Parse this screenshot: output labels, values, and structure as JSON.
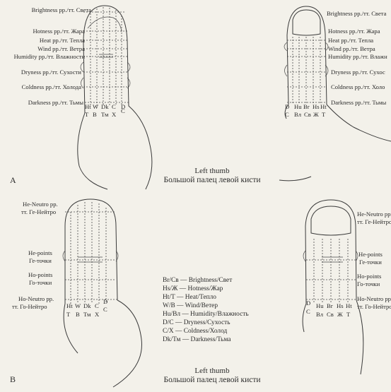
{
  "panel_a": {
    "letter": "A",
    "left_labels": [
      "Brightness рр./тт. Света",
      "Hotness рр./тт. Жара",
      "Heat рр./тт. Тепла",
      "Wind рр./тт. Ветра",
      "Humidity рр./тт. Влажности",
      "Dryness рр./тт. Сухости",
      "Coldness рр./тт. Холода",
      "Darkness рр./тт. Тьмы"
    ],
    "right_labels": [
      "Brightness рр./тт. Света",
      "Hotness рр./тт. Жара",
      "Heat рр./тт. Тепла",
      "Wind рр./тт. Ветра",
      "Humidity рр./тт. Влажн",
      "Dryness рр./тт. Сухос",
      "Coldness рр./тт. Холо",
      "Darkness рр./тт. Тьмы"
    ],
    "left_col_top": [
      "Ht",
      "W",
      "Dk",
      "C",
      "D"
    ],
    "left_col_bottom": [
      "Т",
      "В",
      "Тм",
      "Х",
      "С"
    ],
    "right_col_top": [
      "D",
      "Hu",
      "Br",
      "Hs",
      "Ht"
    ],
    "right_col_bottom": [
      "С",
      "Вл",
      "Св",
      "Ж",
      "Т"
    ],
    "caption_en": "Left thumb",
    "caption_ru": "Большой палец левой кисти"
  },
  "panel_b": {
    "letter": "B",
    "left_labels": [
      "He-Neutro рр.",
      "тт. Ге-Нейтро",
      "He-points",
      "Ге-точки",
      "Ho-points",
      "Го-точки",
      "Ho-Neutro рр.",
      "тт. Го-Нейтро"
    ],
    "right_labels": [
      "He-Neutro рр.",
      "тт. Ге-Нейтро",
      "He-points",
      "Ге-точки",
      "Ho-points",
      "Го-точки",
      "Ho-Neutro рр.",
      "тт. Го-Нейтро"
    ],
    "left_col_top": [
      "Ht",
      "W",
      "Dk",
      "C",
      "D"
    ],
    "left_col_bottom": [
      "Т",
      "В",
      "Тм",
      "Х",
      "С"
    ],
    "right_col_top": [
      "D",
      "Hu",
      "Br",
      "Hs",
      "Ht"
    ],
    "right_col_bottom": [
      "С",
      "Вл",
      "Св",
      "Ж",
      "Т"
    ],
    "legend": [
      "Br/Св   — Brightness/Свет",
      "Hs/Ж    — Hotness/Жар",
      "Ht/Т    — Heat/Тепло",
      "W/B     — Wind/Ветер",
      "Hu/Вл   — Humidity/Влажность",
      "D/C     — Dryness/Сухость",
      "C/X     — Coldness/Холод",
      "Dk/Тм   — Darkness/Тьма"
    ],
    "caption_en": "Left thumb",
    "caption_ru": "Большой палец левой кисти"
  }
}
